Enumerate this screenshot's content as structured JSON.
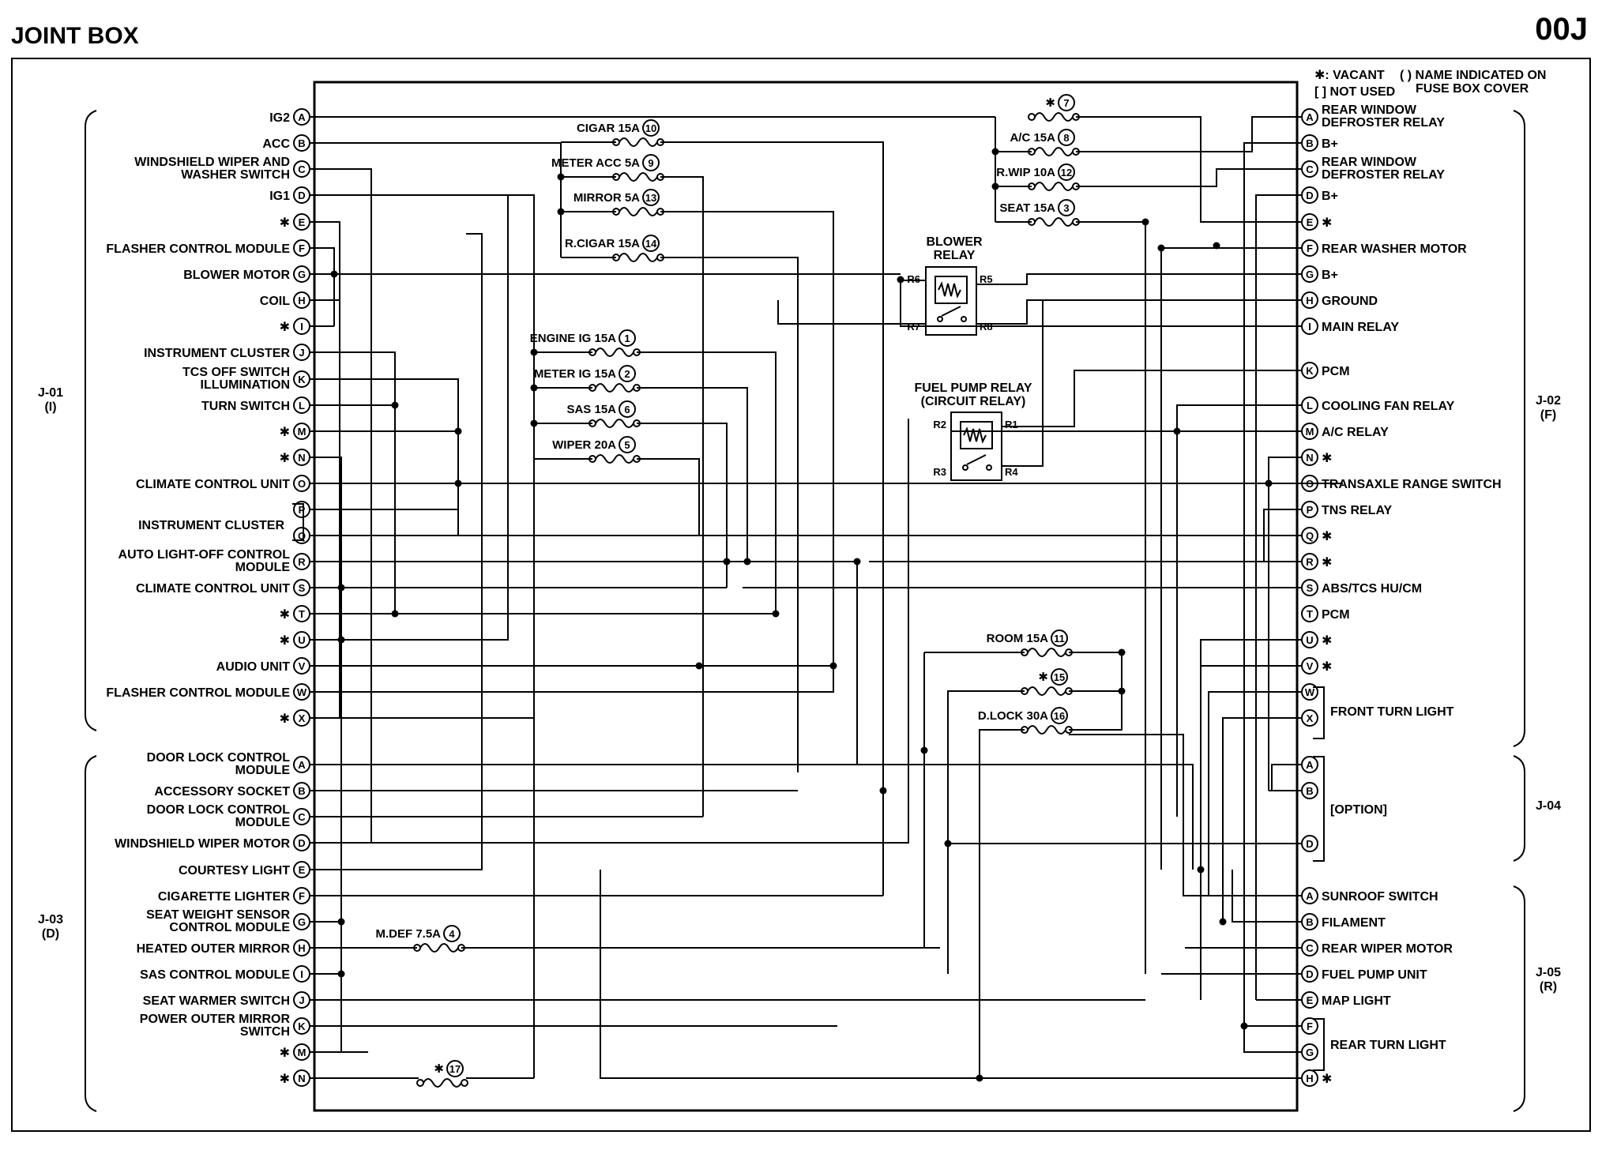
{
  "header": {
    "title": "JOINT BOX",
    "code": "00J"
  },
  "legend": {
    "vacant": "✱: VACANT",
    "not_used": "[ ] NOT USED",
    "name_line1": "( ) NAME INDICATED ON",
    "name_line2": "FUSE BOX COVER"
  },
  "connectors": {
    "j01": [
      "J-01",
      "(I)"
    ],
    "j02": [
      "J-02",
      "(F)"
    ],
    "j03": [
      "J-03",
      "(D)"
    ],
    "j04": [
      "J-04"
    ],
    "j05": [
      "J-05",
      "(R)"
    ]
  },
  "left_pins": [
    {
      "pin": "A",
      "label": [
        "IG2"
      ]
    },
    {
      "pin": "B",
      "label": [
        "ACC"
      ]
    },
    {
      "pin": "C",
      "label": [
        "WINDSHIELD WIPER AND",
        "WASHER SWITCH"
      ]
    },
    {
      "pin": "D",
      "label": [
        "IG1"
      ]
    },
    {
      "pin": "E",
      "label": [
        "✱"
      ]
    },
    {
      "pin": "F",
      "label": [
        "FLASHER CONTROL MODULE"
      ]
    },
    {
      "pin": "G",
      "label": [
        "BLOWER MOTOR"
      ]
    },
    {
      "pin": "H",
      "label": [
        "COIL"
      ]
    },
    {
      "pin": "I",
      "label": [
        "✱"
      ]
    },
    {
      "pin": "J",
      "label": [
        "INSTRUMENT CLUSTER"
      ]
    },
    {
      "pin": "K",
      "label": [
        "TCS OFF SWITCH",
        "ILLUMINATION"
      ]
    },
    {
      "pin": "L",
      "label": [
        "TURN SWITCH"
      ]
    },
    {
      "pin": "M",
      "label": [
        "✱"
      ]
    },
    {
      "pin": "N",
      "label": [
        "✱"
      ]
    },
    {
      "pin": "O",
      "label": [
        "CLIMATE CONTROL UNIT"
      ]
    },
    {
      "pin": "P",
      "label": []
    },
    {
      "pin": "Q",
      "label": []
    },
    {
      "pin": "R",
      "label": [
        "AUTO LIGHT-OFF CONTROL",
        "MODULE"
      ]
    },
    {
      "pin": "S",
      "label": [
        "CLIMATE CONTROL UNIT"
      ]
    },
    {
      "pin": "T",
      "label": [
        "✱"
      ]
    },
    {
      "pin": "U",
      "label": [
        "✱"
      ]
    },
    {
      "pin": "V",
      "label": [
        "AUDIO UNIT"
      ]
    },
    {
      "pin": "W",
      "label": [
        "FLASHER CONTROL MODULE"
      ]
    },
    {
      "pin": "X",
      "label": [
        "✱"
      ]
    },
    {
      "pin": "A",
      "label": [
        "DOOR LOCK CONTROL",
        "MODULE"
      ]
    },
    {
      "pin": "B",
      "label": [
        "ACCESSORY SOCKET"
      ]
    },
    {
      "pin": "C",
      "label": [
        "DOOR LOCK CONTROL",
        "MODULE"
      ]
    },
    {
      "pin": "D",
      "label": [
        "WINDSHIELD WIPER MOTOR"
      ]
    },
    {
      "pin": "E",
      "label": [
        "COURTESY LIGHT"
      ]
    },
    {
      "pin": "F",
      "label": [
        "CIGARETTE LIGHTER"
      ]
    },
    {
      "pin": "G",
      "label": [
        "SEAT WEIGHT SENSOR",
        "CONTROL MODULE"
      ]
    },
    {
      "pin": "H",
      "label": [
        "HEATED OUTER MIRROR"
      ]
    },
    {
      "pin": "I",
      "label": [
        "SAS CONTROL MODULE"
      ]
    },
    {
      "pin": "J",
      "label": [
        "SEAT WARMER SWITCH"
      ]
    },
    {
      "pin": "K",
      "label": [
        "POWER OUTER MIRROR",
        "SWITCH"
      ]
    },
    {
      "pin": "M",
      "label": [
        "✱"
      ]
    },
    {
      "pin": "N",
      "label": [
        "✱"
      ]
    }
  ],
  "left_group_label": "INSTRUMENT CLUSTER",
  "right_pins": [
    {
      "pin": "A",
      "label": [
        "REAR WINDOW",
        "DEFROSTER RELAY"
      ]
    },
    {
      "pin": "B",
      "label": [
        "B+"
      ]
    },
    {
      "pin": "C",
      "label": [
        "REAR WINDOW",
        "DEFROSTER RELAY"
      ]
    },
    {
      "pin": "D",
      "label": [
        "B+"
      ]
    },
    {
      "pin": "E",
      "label": [
        "✱"
      ]
    },
    {
      "pin": "F",
      "label": [
        "REAR WASHER MOTOR"
      ]
    },
    {
      "pin": "G",
      "label": [
        "B+"
      ]
    },
    {
      "pin": "H",
      "label": [
        "GROUND"
      ]
    },
    {
      "pin": "I",
      "label": [
        "MAIN RELAY"
      ]
    },
    {
      "pin": "K",
      "label": [
        "PCM"
      ]
    },
    {
      "pin": "L",
      "label": [
        "COOLING FAN RELAY"
      ]
    },
    {
      "pin": "M",
      "label": [
        "A/C RELAY"
      ]
    },
    {
      "pin": "N",
      "label": [
        "✱"
      ]
    },
    {
      "pin": "O",
      "label": [
        "TRANSAXLE RANGE SWITCH"
      ]
    },
    {
      "pin": "P",
      "label": [
        "TNS RELAY"
      ]
    },
    {
      "pin": "Q",
      "label": [
        "✱"
      ]
    },
    {
      "pin": "R",
      "label": [
        "✱"
      ]
    },
    {
      "pin": "S",
      "label": [
        "ABS/TCS HU/CM"
      ]
    },
    {
      "pin": "T",
      "label": [
        "PCM"
      ]
    },
    {
      "pin": "U",
      "label": [
        "✱"
      ]
    },
    {
      "pin": "V",
      "label": [
        "✱"
      ]
    },
    {
      "pin": "W",
      "label": []
    },
    {
      "pin": "X",
      "label": []
    },
    {
      "pin": "A",
      "label": []
    },
    {
      "pin": "B",
      "label": []
    },
    {
      "pin": "D",
      "label": []
    },
    {
      "pin": "A",
      "label": [
        "SUNROOF SWITCH"
      ]
    },
    {
      "pin": "B",
      "label": [
        "FILAMENT"
      ]
    },
    {
      "pin": "C",
      "label": [
        "REAR WIPER MOTOR"
      ]
    },
    {
      "pin": "D",
      "label": [
        "FUEL PUMP UNIT"
      ]
    },
    {
      "pin": "E",
      "label": [
        "MAP LIGHT"
      ]
    },
    {
      "pin": "F",
      "label": []
    },
    {
      "pin": "G",
      "label": []
    },
    {
      "pin": "H",
      "label": [
        "✱"
      ]
    }
  ],
  "right_groups": {
    "front_turn": "FRONT TURN LIGHT",
    "option": "[OPTION]",
    "rear_turn": "REAR TURN LIGHT"
  },
  "fuses": [
    {
      "name": "CIGAR 15A",
      "num": "10"
    },
    {
      "name": "METER ACC 5A",
      "num": "9"
    },
    {
      "name": "MIRROR 5A",
      "num": "13"
    },
    {
      "name": "R.CIGAR 15A",
      "num": "14"
    },
    {
      "name": "✱",
      "num": "7"
    },
    {
      "name": "A/C 15A",
      "num": "8"
    },
    {
      "name": "R.WIP 10A",
      "num": "12"
    },
    {
      "name": "SEAT 15A",
      "num": "3"
    },
    {
      "name": "ENGINE IG 15A",
      "num": "1"
    },
    {
      "name": "METER IG 15A",
      "num": "2"
    },
    {
      "name": "SAS 15A",
      "num": "6"
    },
    {
      "name": "WIPER 20A",
      "num": "5"
    },
    {
      "name": "ROOM 15A",
      "num": "11"
    },
    {
      "name": "✱",
      "num": "15"
    },
    {
      "name": "D.LOCK 30A",
      "num": "16"
    },
    {
      "name": "M.DEF 7.5A",
      "num": "4"
    },
    {
      "name": "✱",
      "num": "17"
    }
  ],
  "relays": {
    "blower": {
      "name": [
        "BLOWER",
        "RELAY"
      ],
      "terms": [
        "R6",
        "R5",
        "R7",
        "R8"
      ]
    },
    "fuel": {
      "name": [
        "FUEL PUMP RELAY",
        "(CIRCUIT RELAY)"
      ],
      "terms": [
        "R2",
        "R1",
        "R3",
        "R4"
      ]
    }
  }
}
